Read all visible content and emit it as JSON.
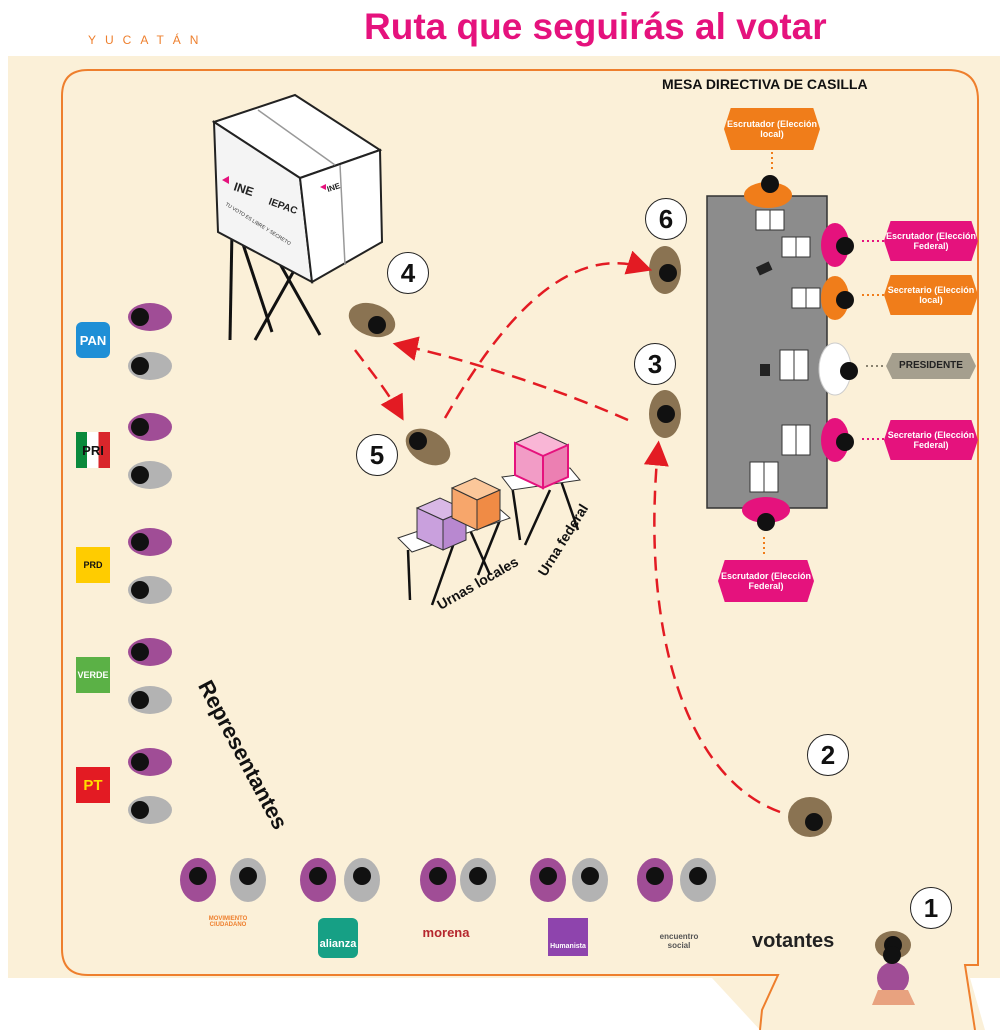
{
  "header": {
    "region": "YUCATÁN",
    "title": "Ruta que seguirás al votar"
  },
  "mesa": {
    "heading": "MESA DIRECTIVA DE CASILLA",
    "roles": [
      {
        "label": "Escrutador (Elección local)",
        "color": "#f07d1a"
      },
      {
        "label": "Escrutador (Elección Federal)",
        "color": "#e5127d"
      },
      {
        "label": "Secretario (Elección local)",
        "color": "#f07d1a"
      },
      {
        "label": "PRESIDENTE",
        "color": "#a59f8e"
      },
      {
        "label": "Secretario (Elección Federal)",
        "color": "#e5127d"
      },
      {
        "label": "Escrutador (Elección Federal)",
        "color": "#e5127d"
      }
    ]
  },
  "booth": {
    "brand": "INE",
    "brand2": "IEPAC",
    "slogan": "TU VOTO ES LIBRE Y SECRETO"
  },
  "urns": {
    "local_label": "Urnas locales",
    "federal_label": "Urna federal"
  },
  "steps": [
    "1",
    "2",
    "3",
    "4",
    "5",
    "6"
  ],
  "representatives": {
    "label": "Representantes",
    "side_parties": [
      "PAN",
      "PRI",
      "PRD",
      "VERDE",
      "PT"
    ],
    "bottom_parties": [
      "MOVIMIENTO CIUDADANO",
      "alianza",
      "morena",
      "Humanista",
      "encuentro social"
    ]
  },
  "voters_label": "votantes",
  "colors": {
    "floor": "#fbf0d8",
    "floor_border": "#ee7f2d",
    "title": "#e5127d",
    "route": "#e31b23",
    "table": "#8c8c8c",
    "orange": "#f07d1a",
    "pink": "#e5127d"
  }
}
